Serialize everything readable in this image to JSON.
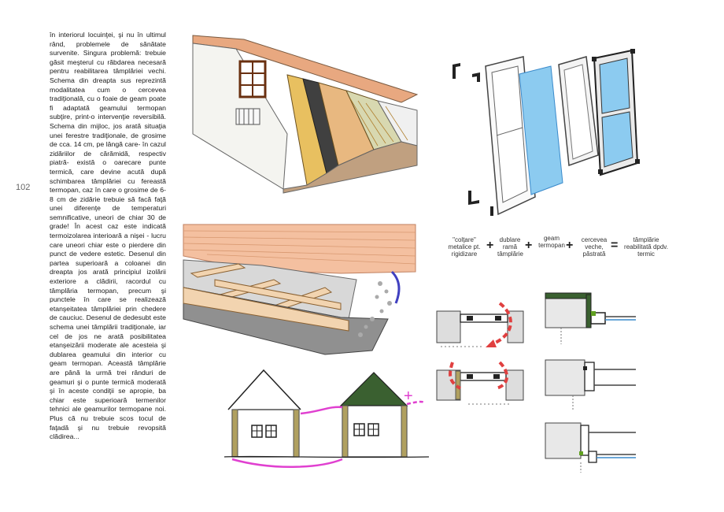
{
  "page": {
    "number": "102",
    "paragraph": "în interiorul locuinţei, şi nu în ultimul rând, problemele de sănătate survenite. Singura problemă: trebuie găsit meşterul cu răbdarea necesară pentru reabilitarea tâmplăriei vechi. Schema din dreapta sus reprezintă modalitatea cum o cercevea tradiţională, cu o foaie de geam poate fi adaptată geamului termopan subţire, print-o intervenţie reversibilă. Schema din mijloc, jos arată situaţia unei ferestre tradiţionale, de grosime de cca. 14 cm, pe lângă care- în cazul zidăriilor de cărămidă, respectiv piatră- există o oarecare punte termică, care devine acută după schimbarea tâmplăriei cu fereastă termopan, caz în care o grosime de 6-8 cm de zidărie trebuie să facă faţă unei diferenţe de temperaturi semnificative, uneori de chiar 30 de grade! În acest caz este indicată termoizolarea interioară a nişei - lucru care uneori chiar este o pierdere din punct de vedere estetic. Desenul din partea superioară a coloanei din dreapta jos arată principiul izolării exteriore a clădirii, racordul cu tâmplăria termopan, precum şi punctele în care se realizează etanşeitatea tâmplăriei prin chedere de cauciuc. Desenul de dedesubt este schema unei tâmplării tradiţionale, iar cel de jos ne arată posibilitatea etanşeizării moderate ale acesteia şi dublarea geamului din interior cu geam termopan. Această tâmplărie are până la urmă trei rânduri de geamuri şi o punte termică moderată şi în aceste condiţii se apropie, ba chiar este superioară termenilor tehnici ale geamurilor termopane noi. Plus că nu trebuie scos tocul de faţadă şi nu trebuie revopsită clădirea..."
  },
  "window_formula": {
    "terms": [
      "\"colţare\" metalice pt. rigidizare",
      "dublare ramă tâmplărie",
      "geam termopan",
      "cercevea veche, păstrată",
      "tâmplărie reabilitată dpdv. termic"
    ],
    "operators": [
      "+",
      "+",
      "+",
      "="
    ]
  },
  "house_sketch": {
    "plus_mark": "+"
  },
  "colors": {
    "magenta": "#e040d0",
    "red_arrow": "#e04040",
    "glass": "#8ccbf0",
    "insulation": "#e8c060",
    "wood": "#f0c8a0"
  }
}
